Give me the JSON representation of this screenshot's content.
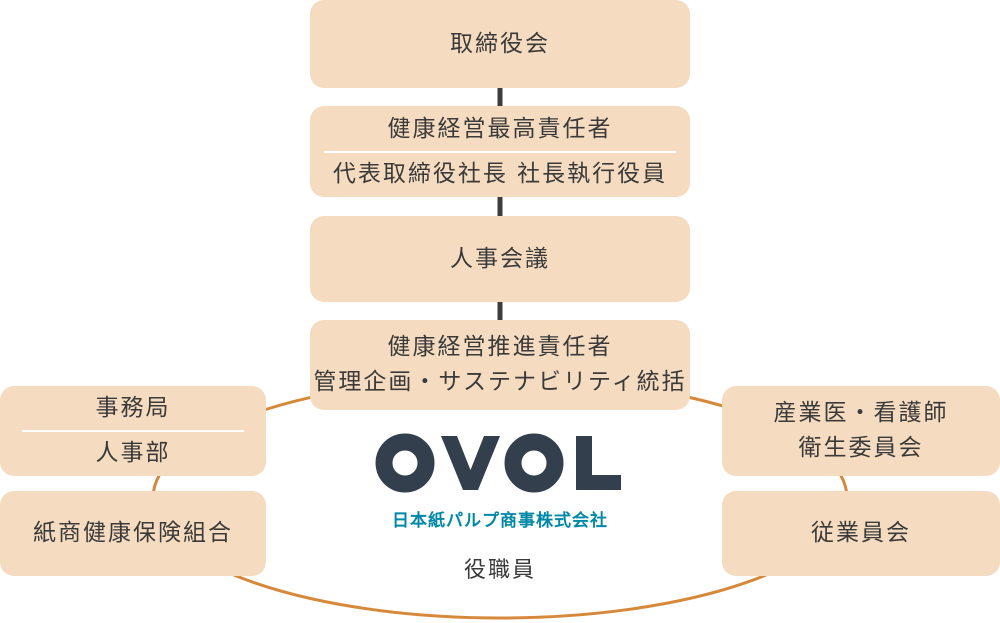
{
  "diagram": {
    "board": {
      "label": "取締役会"
    },
    "chief": {
      "title": "健康経営最高責任者",
      "subtitle": "代表取締役社長 社長執行役員"
    },
    "hr_meeting": {
      "label": "人事会議"
    },
    "promoter": {
      "title": "健康経営推進責任者",
      "subtitle": "管理企画・サステナビリティ統括"
    },
    "secretariat": {
      "title": "事務局",
      "subtitle": "人事部"
    },
    "insurance": {
      "label": "紙商健康保険組合"
    },
    "physician": {
      "line1": "産業医・看護師",
      "line2": "衛生委員会"
    },
    "employee_association": {
      "label": "従業員会"
    },
    "center": {
      "logo": "OVOL",
      "company": "日本紙パルプ商事株式会社",
      "staff": "役職員"
    }
  },
  "colors": {
    "box_background": "#F5DCC0",
    "text": "#3A3A3A",
    "divider": "#FFFFFF",
    "oval_stroke": "#D6893A",
    "connector": "#3D3D3D",
    "logo": "#333F4D",
    "company_name": "#0089A7"
  }
}
